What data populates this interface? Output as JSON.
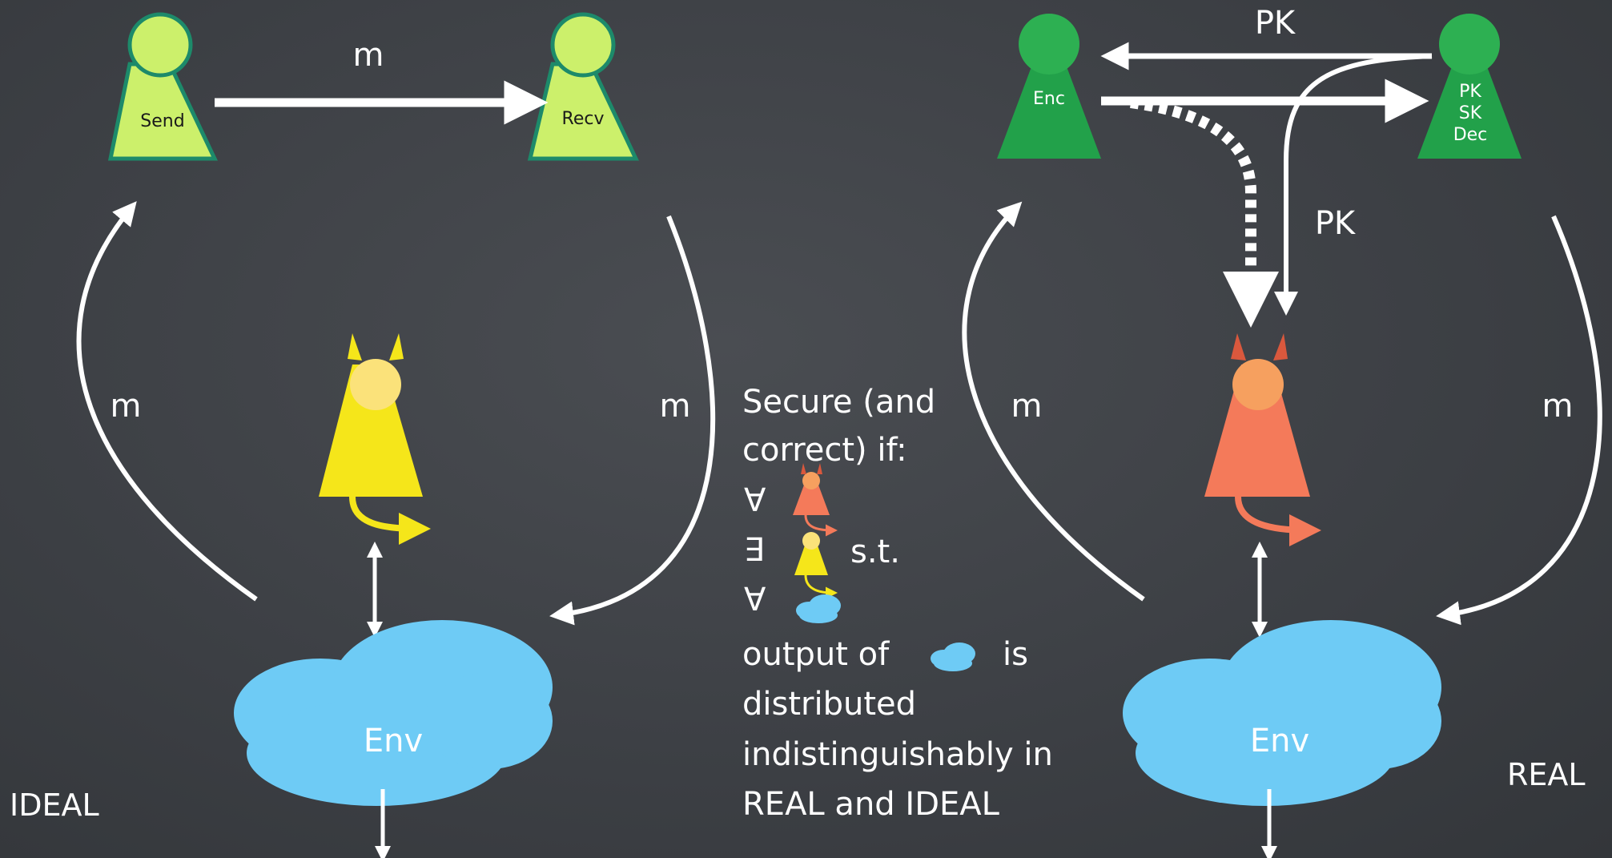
{
  "labels": {
    "m": "m",
    "pk": "PK",
    "env": "Env",
    "ideal": "IDEAL",
    "real": "REAL"
  },
  "parties": {
    "send": "Send",
    "recv": "Recv",
    "enc": "Enc",
    "dec_pk": "PK",
    "dec_sk": "SK",
    "dec": "Dec"
  },
  "definition": {
    "line1": "Secure (and",
    "line2": "correct) if:",
    "forall": "∀",
    "exists": "∃",
    "st": "s.t.",
    "output_of": "output of",
    "is": "is",
    "line6": "distributed",
    "line7": "indistinguishably in",
    "line8": "REAL and IDEAL"
  },
  "colors": {
    "background": "#3d4045",
    "ideal_party": "#ccf06b",
    "ideal_party_stroke": "#1d8a6a",
    "real_party": "#22a14a",
    "ideal_adversary": "#f5e61a",
    "real_adversary": "#f47a5a",
    "environment": "#6ecbf5",
    "arrow": "#ffffff"
  },
  "icons": [
    "pawn-icon",
    "devil-icon",
    "cloud-icon"
  ]
}
